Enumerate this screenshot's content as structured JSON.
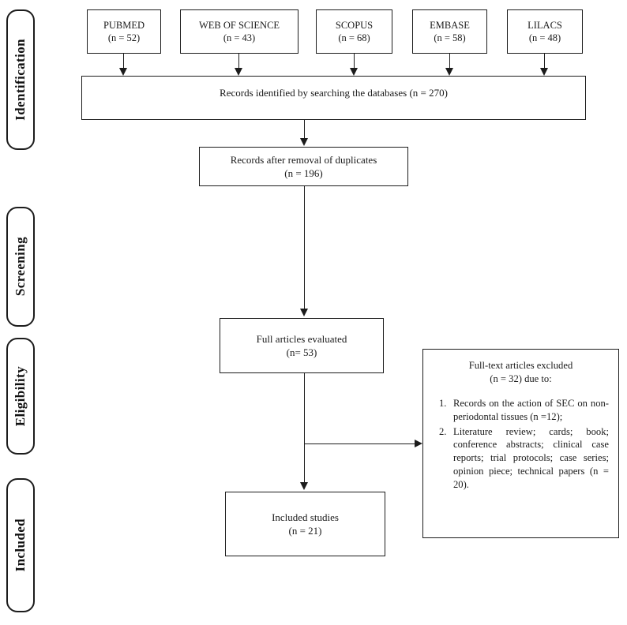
{
  "diagram": {
    "title": "PRISMA flow diagram",
    "stroke_color": "#1c1c1c",
    "background_color": "#ffffff"
  },
  "stages": [
    {
      "id": "identification",
      "label": "Identification"
    },
    {
      "id": "screening",
      "label": "Screening"
    },
    {
      "id": "eligibility",
      "label": "Eligibility"
    },
    {
      "id": "included",
      "label": "Included"
    }
  ],
  "sources": [
    {
      "id": "pubmed",
      "name": "PUBMED",
      "count_label": "(n = 52)",
      "n": 52
    },
    {
      "id": "web-of-science",
      "name": "WEB OF SCIENCE",
      "count_label": "(n = 43)",
      "n": 43
    },
    {
      "id": "scopus",
      "name": "SCOPUS",
      "count_label": "(n = 68)",
      "n": 68
    },
    {
      "id": "embase",
      "name": "EMBASE",
      "count_label": "(n = 58)",
      "n": 58
    },
    {
      "id": "lilacs",
      "name": "LILACS",
      "count_label": "(n = 48)",
      "n": 48
    }
  ],
  "records_identified": {
    "text": "Records identified by searching the databases",
    "count_label": "(n = 270)",
    "n": 270
  },
  "records_after_duplicates": {
    "text": "Records after removal of duplicates",
    "count_label": "(n = 196)",
    "n": 196
  },
  "full_articles_evaluated": {
    "text": "Full articles evaluated",
    "count_label": "(n= 53)",
    "n": 53
  },
  "excluded": {
    "heading": "Full-text articles excluded",
    "subheading": "(n = 32) due to:",
    "n": 32,
    "reasons": [
      {
        "number": "1.",
        "text": "Records on the action of SEC on non-periodontal tissues (n =12);",
        "n": 12
      },
      {
        "number": "2.",
        "text": "Literature review; cards; book; conference abstracts; clinical case reports; trial protocols; case series; opinion piece; technical papers (n = 20).",
        "n": 20
      }
    ]
  },
  "included_studies": {
    "text": "Included studies",
    "count_label": "(n = 21)",
    "n": 21
  }
}
